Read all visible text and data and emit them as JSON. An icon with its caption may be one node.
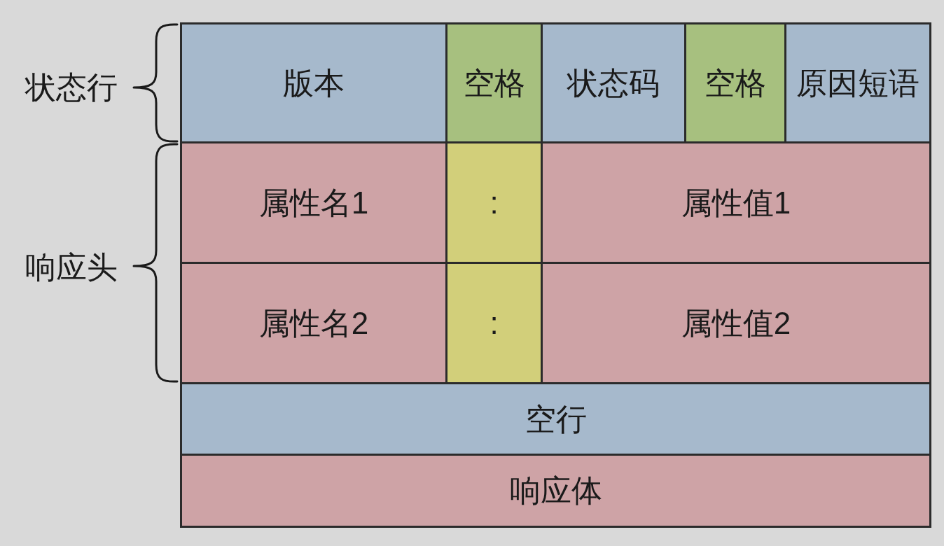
{
  "diagram": {
    "nodes": [
      {
        "text": [
          "版本"
        ]
      },
      {
        "text": [
          "空格"
        ]
      },
      {
        "text": [
          "状态码"
        ]
      },
      {
        "text": [
          "空格"
        ]
      },
      {
        "text": [
          "原因短语"
        ]
      },
      {
        "text": [
          "属性名1"
        ]
      },
      {
        "text": [
          ":"
        ]
      },
      {
        "text": [
          "属性值1"
        ]
      },
      {
        "text": [
          "属性名2"
        ]
      },
      {
        "text": [
          ":"
        ]
      },
      {
        "text": [
          "属性值2"
        ]
      },
      {
        "text": [
          "空行"
        ]
      },
      {
        "text": [
          "响应体"
        ]
      }
    ],
    "labels": [
      "状态行",
      "响应头"
    ]
  }
}
